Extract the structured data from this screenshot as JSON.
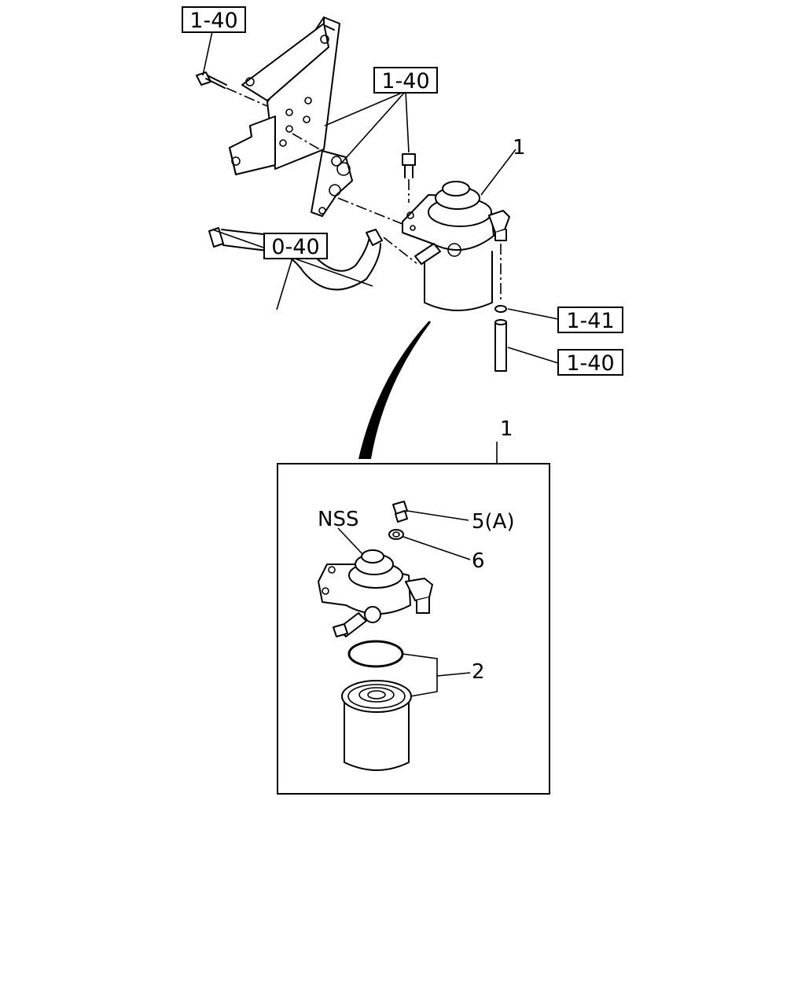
{
  "references": {
    "bracket_bolt": "1-40",
    "mount_bolts": "1-40",
    "hose_assembly": "0-40",
    "washer": "1-41",
    "pipe": "1-40"
  },
  "callouts": {
    "filter_assembly_top": "1",
    "filter_assembly_detail": "1",
    "nss": "NSS",
    "bolt": "5(A)",
    "gasket": "6",
    "element": "2"
  }
}
